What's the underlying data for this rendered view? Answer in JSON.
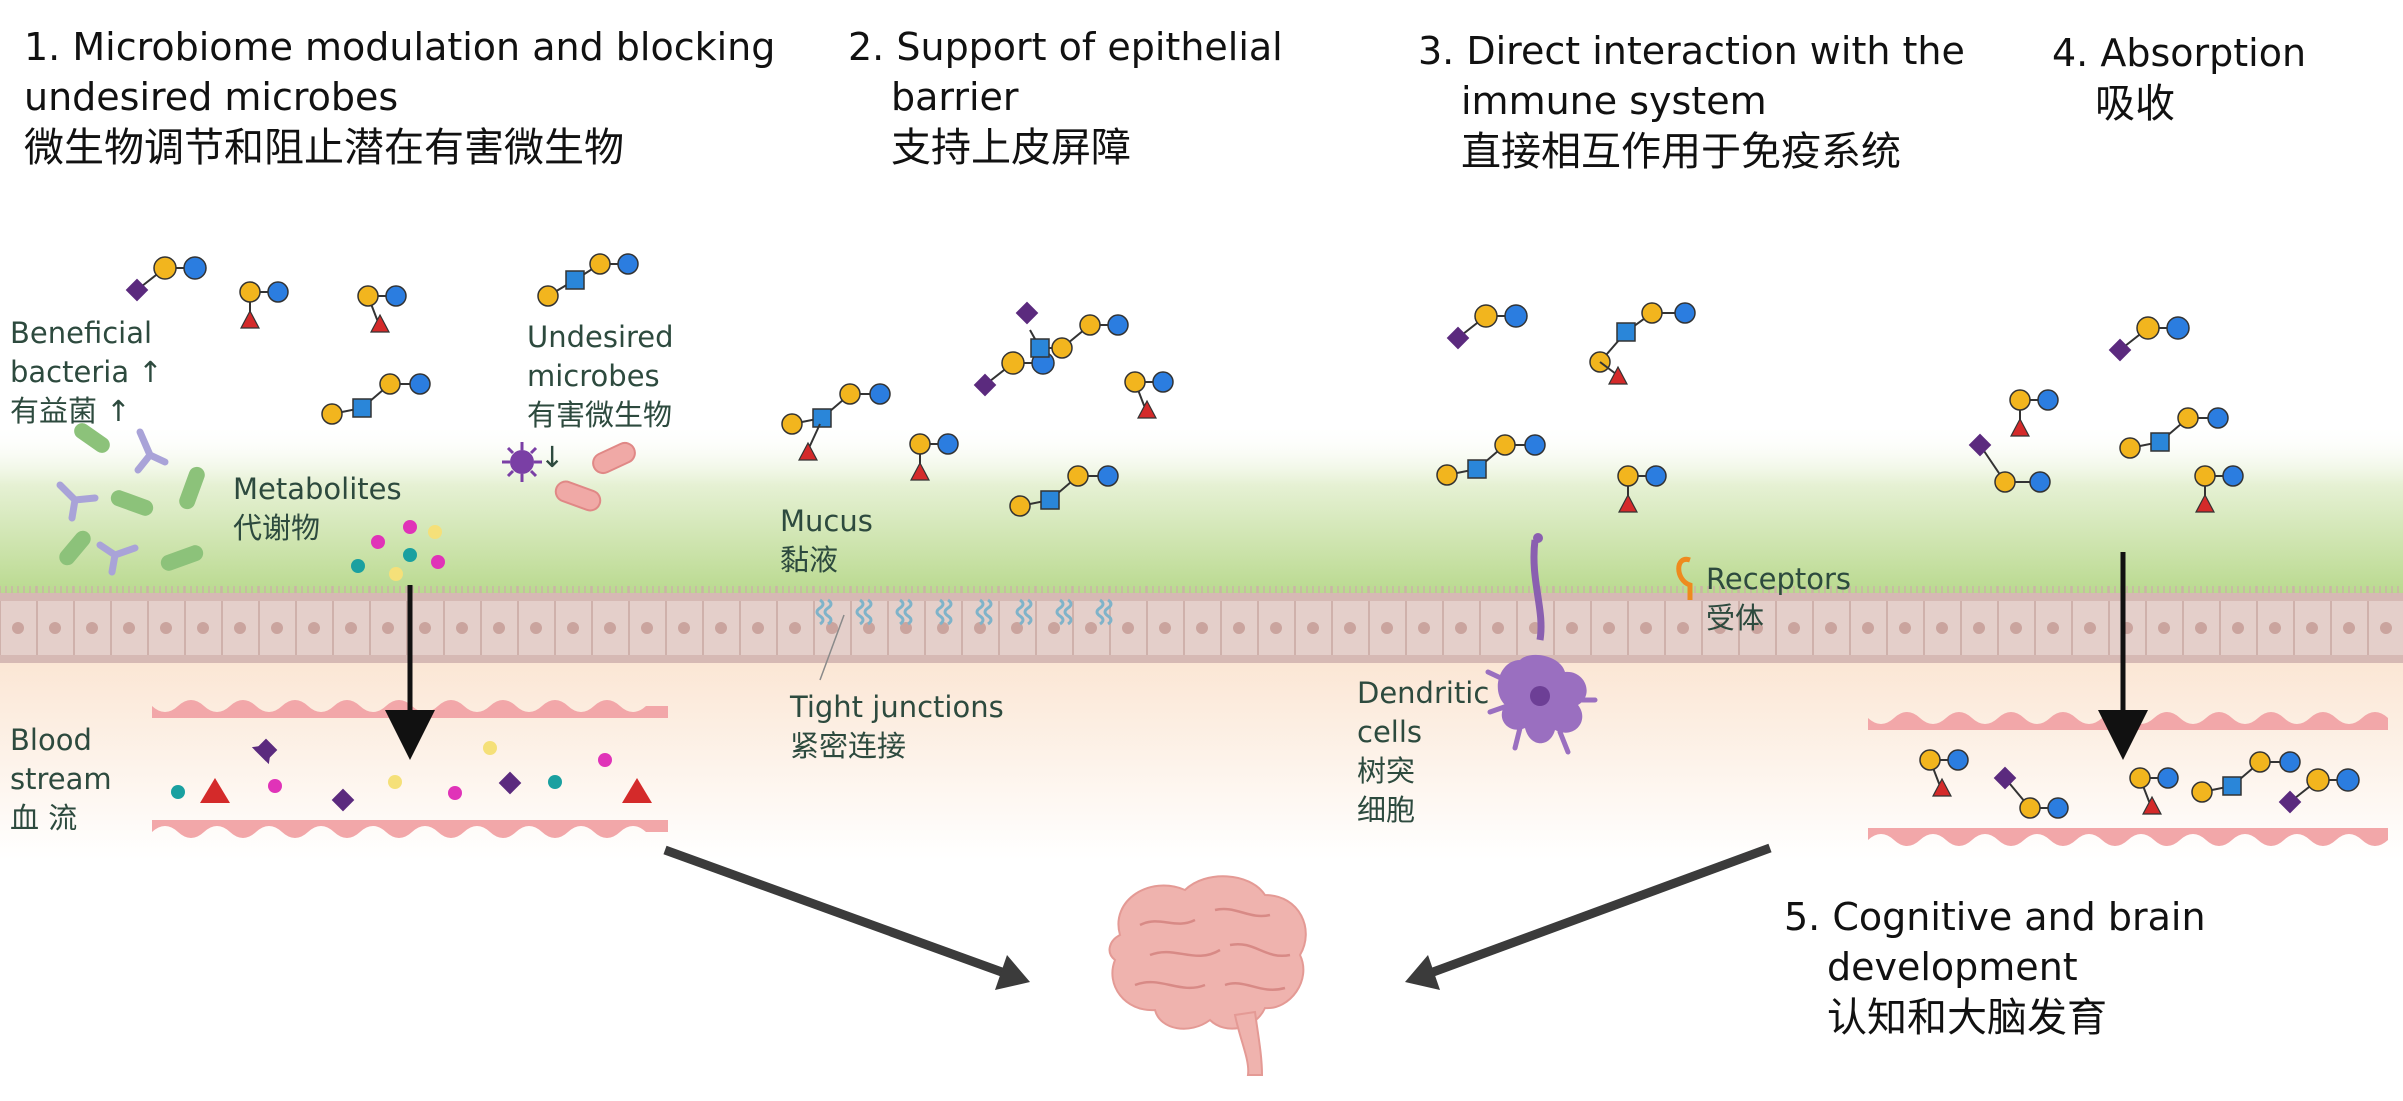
{
  "sections": {
    "s1": {
      "num": "1.",
      "line1": "Microbiome modulation and blocking",
      "line2": "undesired microbes",
      "zh": "微生物调节和阻止潜在有害微生物"
    },
    "s2": {
      "num": "2.",
      "line1": "Support of epithelial",
      "line2": "barrier",
      "zh": "支持上皮屏障"
    },
    "s3": {
      "num": "3.",
      "line1": "Direct interaction with the",
      "line2": "immune system",
      "zh": "直接相互作用于免疫系统"
    },
    "s4": {
      "num": "4.",
      "line1": "Absorption",
      "zh": "吸收"
    },
    "s5": {
      "num": "5.",
      "line1": "Cognitive and brain",
      "line2": "development",
      "zh": "认知和大脑发育"
    }
  },
  "labels": {
    "beneficial": {
      "l1": "Beneficial",
      "l2": "bacteria ↑",
      "zh": "有益菌 ↑"
    },
    "undesired": {
      "l1": "Undesired",
      "l2": "microbes",
      "zh": "有害微生物",
      "arrow": "↓"
    },
    "metabolites": {
      "en": "Metabolites",
      "zh": "代谢物"
    },
    "blood": {
      "l1": "Blood",
      "l2": "stream",
      "zh": "血 流"
    },
    "mucus": {
      "en": "Mucus",
      "zh": "黏液"
    },
    "tight": {
      "en": "Tight junctions",
      "zh": "紧密连接"
    },
    "receptors": {
      "en": "Receptors",
      "zh": "受体"
    },
    "dendritic": {
      "l1": "Dendritic",
      "l2": "cells",
      "zh1": "树突",
      "zh2": "细胞"
    }
  },
  "colors": {
    "glc_blue": "#2b7de0",
    "gal_yellow": "#f2b51e",
    "fuc_red": "#d42a2a",
    "sia_purple": "#5b2a7e",
    "glcnac_blue": "#2a86d9",
    "mucus_green": "#c9e3a8",
    "epithelium": "#e6cfc9",
    "vessel": "#f1a6a8",
    "bacteria_green": "#7db86d",
    "bacteria_lilac": "#a7a0d6",
    "dendritic": "#8a5fb0",
    "receptor": "#ee8a1e",
    "arrow_gray": "#3b3b3b",
    "brain": "#efb5b0"
  },
  "icons": [
    "glycan-chain-icon",
    "bacteria-icon",
    "virus-icon",
    "dendritic-cell-icon",
    "receptor-icon",
    "brain-icon",
    "arrow-icon"
  ]
}
